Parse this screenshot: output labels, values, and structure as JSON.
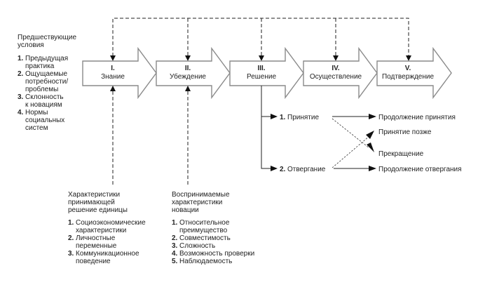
{
  "preconditions": {
    "title_lines": [
      "Предшествующие",
      "условия"
    ],
    "items": [
      {
        "num": "1.",
        "lines": [
          "Предыдущая",
          "практика"
        ]
      },
      {
        "num": "2.",
        "lines": [
          "Ощущаемые",
          "потребности/",
          "проблемы"
        ]
      },
      {
        "num": "3.",
        "lines": [
          "Склонность",
          "к новациям"
        ]
      },
      {
        "num": "4.",
        "lines": [
          "Нормы",
          "социальных",
          "систем"
        ]
      }
    ]
  },
  "stages": [
    {
      "num": "I.",
      "label": "Знание"
    },
    {
      "num": "II.",
      "label": "Убеждение"
    },
    {
      "num": "III.",
      "label": "Решение"
    },
    {
      "num": "IV.",
      "label": "Осуществление"
    },
    {
      "num": "V.",
      "label": "Подтверждение"
    }
  ],
  "decision": {
    "options": [
      {
        "num": "1.",
        "label": "Принятие"
      },
      {
        "num": "2.",
        "label": "Отвергание"
      }
    ],
    "outcomes": [
      "Продолжение принятия",
      "Принятие позже",
      "Прекращение",
      "Продолжение отвергания"
    ]
  },
  "unit_characteristics": {
    "title_lines": [
      "Характеристики",
      "принимающей",
      "решение единицы"
    ],
    "items": [
      {
        "num": "1.",
        "lines": [
          "Социоэкономические",
          "характеристики"
        ]
      },
      {
        "num": "2.",
        "lines": [
          "Личностные",
          "переменные"
        ]
      },
      {
        "num": "3.",
        "lines": [
          "Коммуникационное",
          "поведение"
        ]
      }
    ]
  },
  "innovation_characteristics": {
    "title_lines": [
      "Воспринимаемые",
      "характеристики",
      "новации"
    ],
    "items": [
      {
        "num": "1.",
        "lines": [
          "Относительное",
          "преимущество"
        ]
      },
      {
        "num": "2.",
        "lines": [
          "Совместимость"
        ]
      },
      {
        "num": "3.",
        "lines": [
          "Сложность"
        ]
      },
      {
        "num": "4.",
        "lines": [
          "Возможность проверки"
        ]
      },
      {
        "num": "5.",
        "lines": [
          "Наблюдаемость"
        ]
      }
    ]
  }
}
